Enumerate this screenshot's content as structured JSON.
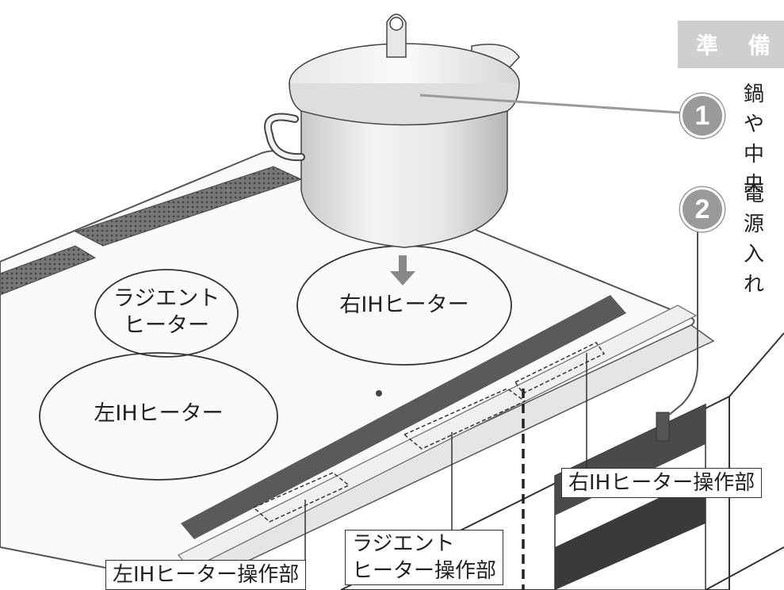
{
  "header": {
    "title": "準 備"
  },
  "steps": [
    {
      "number": "1",
      "line1": "鍋や",
      "line2": "中央"
    },
    {
      "number": "2",
      "line1": "電源",
      "line2": "入れ"
    }
  ],
  "burners": {
    "radiant": {
      "line1": "ラジエント",
      "line2": "ヒーター"
    },
    "right": "右IHヒーター",
    "left": "左IHヒーター"
  },
  "callouts": {
    "right_controls": "右IHヒーター操作部",
    "left_controls": "左IHヒーター操作部",
    "radiant_controls": {
      "line1": "ラジエント",
      "line2": "ヒーター操作部"
    }
  },
  "colors": {
    "step_circle": "#9a9a9a",
    "header_bg": "#cfcfcf",
    "control_strip": "#5a5a5a"
  }
}
